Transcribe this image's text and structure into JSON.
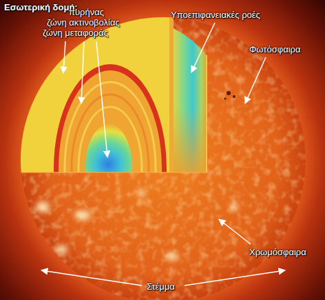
{
  "diagram": {
    "title": "Εσωτερική δομή:",
    "labels": [
      "πυρήνας",
      "ζώνη ακτινοβολίας",
      "ζώνη μεταφοράς",
      "Υποεπιφανειακές ροές",
      "Φωτόσφαιρα",
      "Χρωμόσφαιρα",
      "Στέμμα"
    ]
  }
}
